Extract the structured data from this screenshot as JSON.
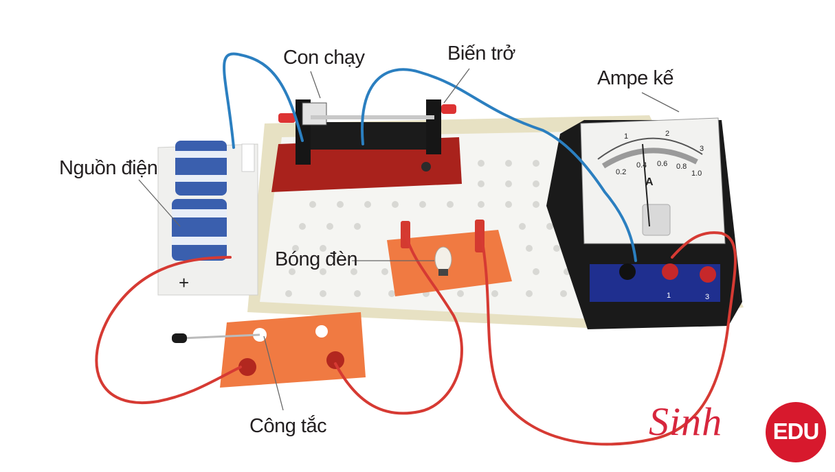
{
  "labels": {
    "rheostat_slider": "Con chạy",
    "rheostat": "Biến trở",
    "ammeter": "Ampe kế",
    "power_source": "Nguồn điện",
    "bulb": "Bóng đèn",
    "switch": "Công tắc"
  },
  "battery_marker": "+",
  "ammeter_face": {
    "unit": "A",
    "upper_scale": [
      "1",
      "2",
      "3"
    ],
    "lower_scale": [
      "0.2",
      "0.4",
      "0.6",
      "0.8",
      "1.0"
    ],
    "terminals": [
      "1",
      "3"
    ]
  },
  "brand": {
    "script_text": "Sinh",
    "badge_text": "EDU"
  },
  "colors": {
    "wire_red": "#d63a33",
    "wire_blue": "#2b7fc0",
    "board_cream": "#ece6c9",
    "board_white": "#f6f6f4",
    "rheostat_base": "#a9221c",
    "component_orange": "#f07a42",
    "ammeter_body": "#1a1a1a",
    "ammeter_panel": "#1f2f8f",
    "brand_red": "#d7192d"
  }
}
